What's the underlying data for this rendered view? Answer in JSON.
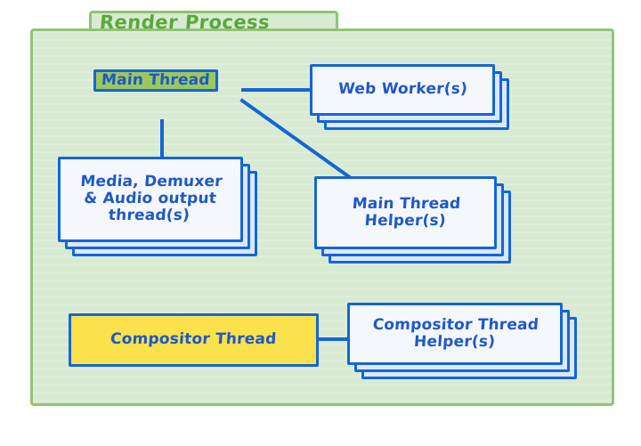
{
  "diagram": {
    "title": "Render Process",
    "type": "block-diagram",
    "container": {
      "label": "Render Process",
      "fill_color": "#d8ebd2",
      "border_color": "#8fc475",
      "title_color": "#5aa83c"
    },
    "style": {
      "node_border_color": "#1565d8",
      "node_text_color": "#1f58c8",
      "node_face_color": "#f4f8fd",
      "node_stack_color": "#dbe8f8",
      "accent_green": "#9bc85d",
      "accent_yellow": "#fbe14b",
      "connector_color": "#1565d8"
    },
    "nodes": [
      {
        "id": "main-thread",
        "label": "Main Thread",
        "variant": "green",
        "stacked": false
      },
      {
        "id": "web-worker",
        "label": "Web Worker(s)",
        "variant": "plain",
        "stacked": true
      },
      {
        "id": "media-demuxer",
        "label": "Media, Demuxer\n& Audio output\nthread(s)",
        "variant": "plain",
        "stacked": true
      },
      {
        "id": "main-thread-helper",
        "label": "Main Thread\nHelper(s)",
        "variant": "plain",
        "stacked": true
      },
      {
        "id": "compositor-thread",
        "label": "Compositor Thread",
        "variant": "yellow",
        "stacked": false
      },
      {
        "id": "compositor-helper",
        "label": "Compositor Thread\nHelper(s)",
        "variant": "plain",
        "stacked": true
      }
    ],
    "connections": [
      {
        "from": "main-thread",
        "to": "web-worker",
        "kind": "horizontal"
      },
      {
        "from": "main-thread",
        "to": "media-demuxer",
        "kind": "vertical"
      },
      {
        "from": "main-thread",
        "to": "main-thread-helper",
        "kind": "diagonal"
      },
      {
        "from": "compositor-thread",
        "to": "compositor-helper",
        "kind": "horizontal"
      }
    ]
  }
}
